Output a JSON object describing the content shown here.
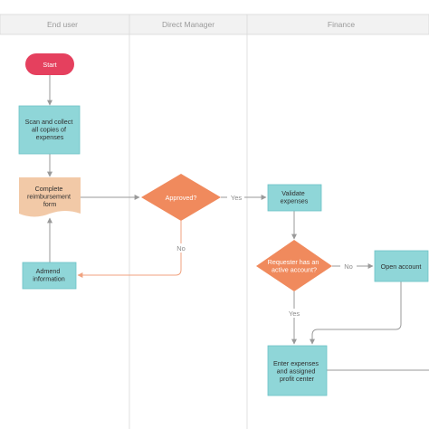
{
  "lanes": [
    {
      "id": "end-user",
      "title": "End user"
    },
    {
      "id": "direct-manager",
      "title": "Direct Manager"
    },
    {
      "id": "finance",
      "title": "Finance"
    }
  ],
  "nodes": {
    "start": {
      "lines": [
        "Start"
      ]
    },
    "scan": {
      "lines": [
        "Scan and collect",
        "all copies of",
        "expenses"
      ]
    },
    "form": {
      "lines": [
        "Complete",
        "reimbursement",
        "form"
      ]
    },
    "approved": {
      "lines": [
        "Approved?"
      ]
    },
    "validate": {
      "lines": [
        "Validate",
        "expenses"
      ]
    },
    "requester": {
      "lines": [
        "Requester has an",
        "active account?"
      ]
    },
    "open_account": {
      "lines": [
        "Open account"
      ]
    },
    "admend": {
      "lines": [
        "Admend",
        "information"
      ]
    },
    "enter": {
      "lines": [
        "Enter expenses",
        "and assigned",
        "profit center"
      ]
    }
  },
  "edge_labels": {
    "approved_yes": "Yes",
    "approved_no": "No",
    "requester_no": "No",
    "requester_yes": "Yes"
  },
  "colors": {
    "start": "#e5405e",
    "process": "#8fd6d8",
    "process_border": "#6cc3c7",
    "document": "#f2c9a7",
    "decision": "#f08a5d",
    "edge": "#9a9a9a",
    "edge_reject": "#f0a27f",
    "header": "#f2f2f2",
    "lane_line": "#d8d8d8"
  }
}
